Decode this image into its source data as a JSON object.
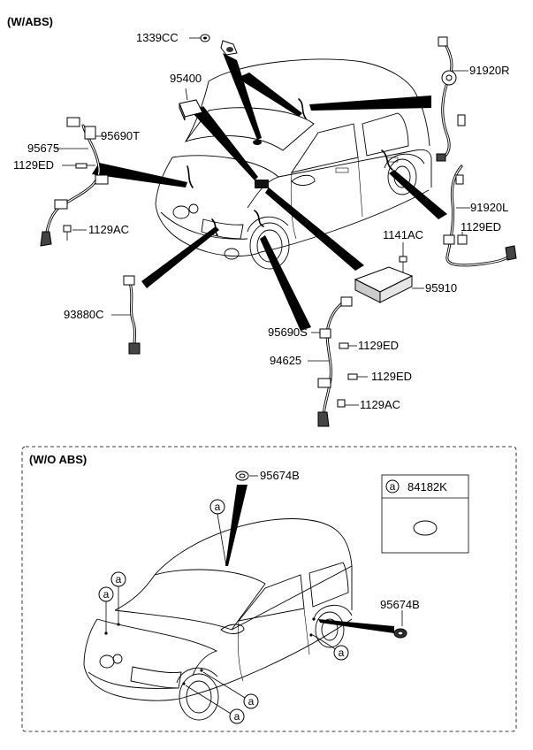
{
  "sections": {
    "with_abs": "(W/ABS)",
    "without_abs": "(W/O ABS)"
  },
  "labels": {
    "p1339CC": "1339CC",
    "p95400": "95400",
    "p91920R": "91920R",
    "p95675": "95675",
    "p95690T": "95690T",
    "p1129ED_left": "1129ED",
    "p1129AC_left": "1129AC",
    "p91920L": "91920L",
    "p1129ED_right": "1129ED",
    "p1141AC": "1141AC",
    "p95910": "95910",
    "p93880C": "93880C",
    "p95690S": "95690S",
    "p1129ED_c1": "1129ED",
    "p94625": "94625",
    "p1129ED_c2": "1129ED",
    "p1129AC_c": "1129AC",
    "p95674B_top": "95674B",
    "p95674B_right": "95674B"
  },
  "legend": {
    "key": "a",
    "part": "84182K"
  },
  "callout_letter": "a",
  "icons": {
    "callout": "circled-letter-a",
    "plug": "grommet-plug-icon",
    "bolt": "bolt-icon",
    "sensor": "wheel-speed-sensor-icon"
  }
}
